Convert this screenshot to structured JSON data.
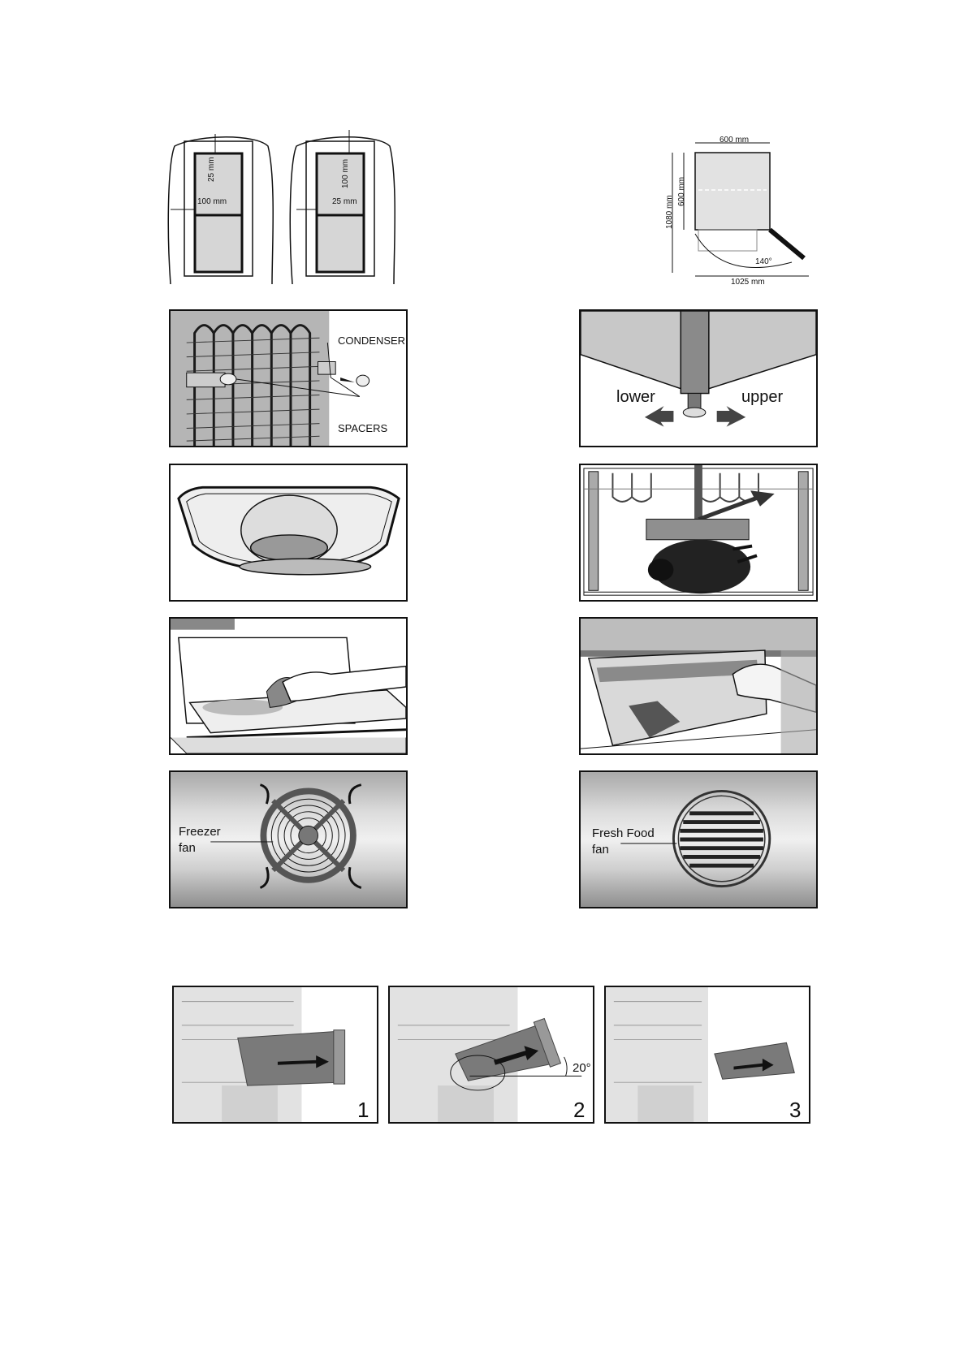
{
  "clearance": {
    "top_left": "25 mm",
    "side_left": "100 mm",
    "top_right": "100 mm",
    "side_right": "25 mm"
  },
  "dimensions": {
    "width": "600 mm",
    "depth": "600 mm",
    "height": "1080 mm",
    "angle": "140°",
    "open_width": "1025 mm"
  },
  "condenser": {
    "label_condenser": "CONDENSER",
    "label_spacers": "SPACERS"
  },
  "door_swap": {
    "label_lower": "lower",
    "label_upper": "upper"
  },
  "fans": {
    "freezer_line1": "Freezer",
    "freezer_line2": "fan",
    "fresh_line1": "Fresh Food",
    "fresh_line2": "fan"
  },
  "steps": {
    "step1": "1",
    "step2": "2",
    "step3": "3",
    "tilt_angle": "20°"
  },
  "colors": {
    "line": "#111111",
    "panel_gray": "#d2d2d2",
    "dark_gray": "#6a6a6a"
  }
}
